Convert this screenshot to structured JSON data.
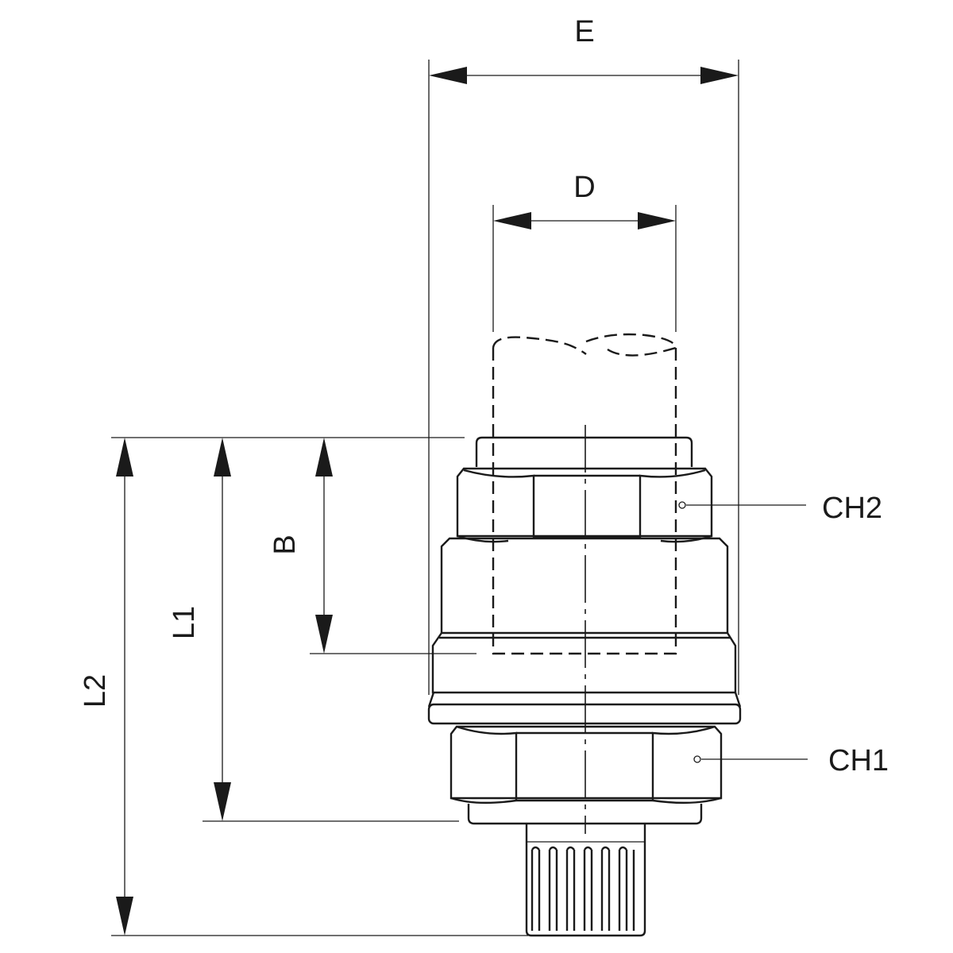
{
  "diagram": {
    "dimensions": {
      "E": "E",
      "D": "D",
      "B": "B",
      "L1": "L1",
      "L2": "L2"
    },
    "callouts": {
      "CH2": "CH2",
      "CH1": "CH1"
    },
    "colors": {
      "ink": "#1a1a1a",
      "background": "#ffffff"
    }
  }
}
